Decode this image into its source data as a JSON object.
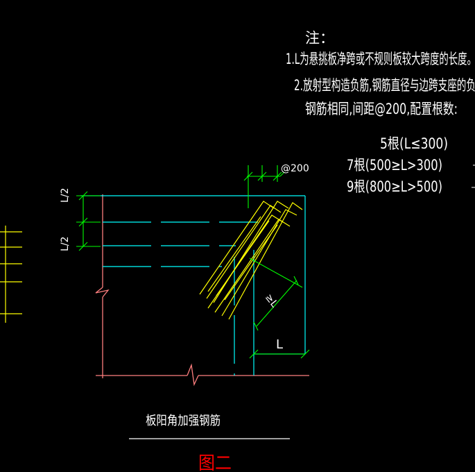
{
  "notes": {
    "heading": "注：",
    "line1": "1.L为悬挑板净跨或不规则板较大跨度的长度。",
    "line2": "2.放射型构造负筋,钢筋直径与边跨支座的负",
    "line3": "钢筋相同,间距@200,配置根数:"
  },
  "bar_table": {
    "row1": "5根(L≤300)",
    "row2": "7根(500≥L>300)",
    "row3": "9根(800≥L>500)"
  },
  "dims": {
    "spacing": "@200",
    "half_top": "L/2",
    "half_bottom": "L/2",
    "diag": "≥L",
    "L": "L"
  },
  "caption": {
    "title": "板阳角加强钢筋",
    "figure": "图二"
  },
  "colors": {
    "background": "#000000",
    "slab_edge": "#ff7f7f",
    "cyan": "#00ffff",
    "rebar": "#ffff00",
    "dimension": "#00ff00",
    "white": "#ffffff",
    "figure_label": "#ff0000"
  }
}
